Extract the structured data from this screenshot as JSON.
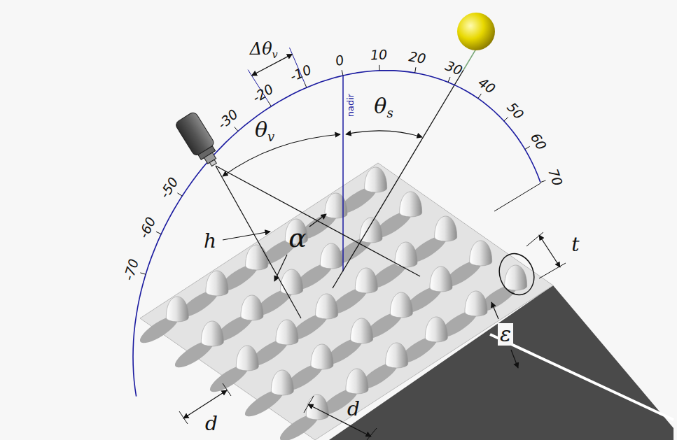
{
  "diagram": {
    "labels": [
      "Δθv",
      "-70",
      "-60",
      "-50",
      "-30",
      "-20",
      "-10",
      "0",
      "10",
      "20",
      "30",
      "40",
      "50",
      "60",
      "70",
      "nadir",
      "θv",
      "θs",
      "h",
      "α",
      "t",
      "ε",
      "d",
      "d"
    ]
  }
}
